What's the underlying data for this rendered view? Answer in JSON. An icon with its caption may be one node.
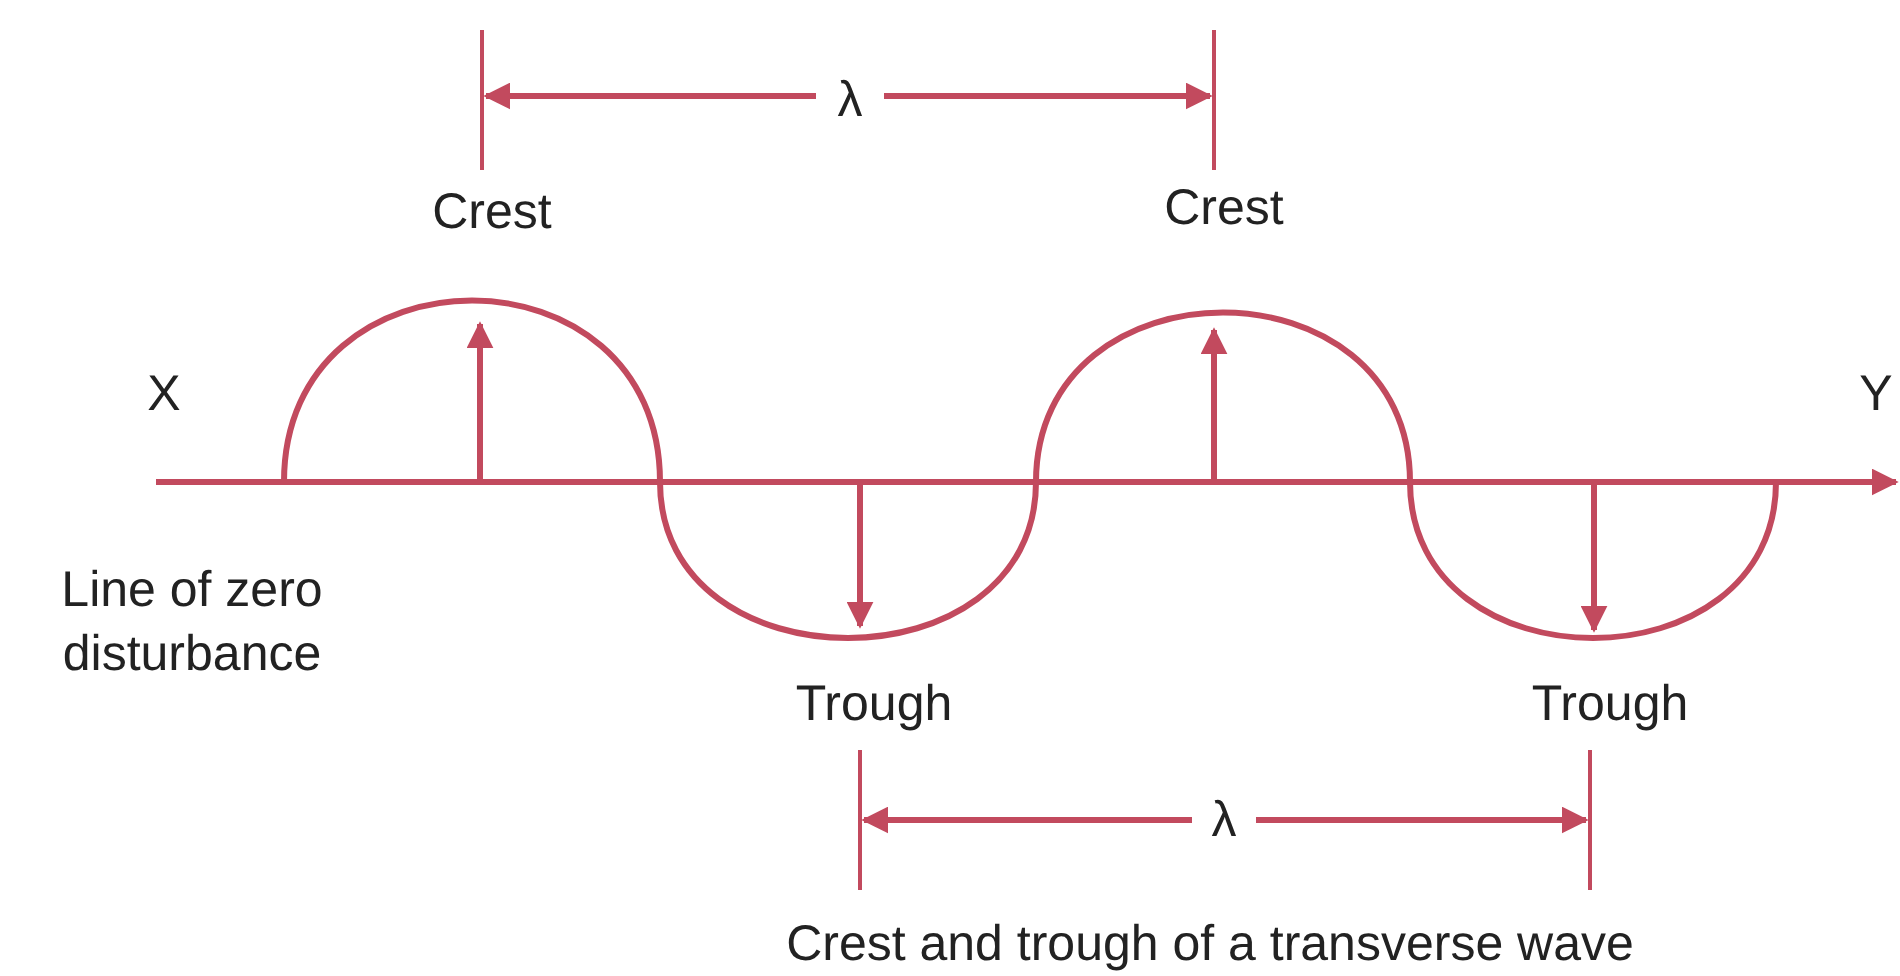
{
  "diagram": {
    "caption": "Crest and trough of a transverse wave",
    "labels": [
      "λ",
      "Crest",
      "Crest",
      "X",
      "Y",
      "Line of zero disturbance",
      "Trough",
      "Trough",
      "λ"
    ]
  }
}
